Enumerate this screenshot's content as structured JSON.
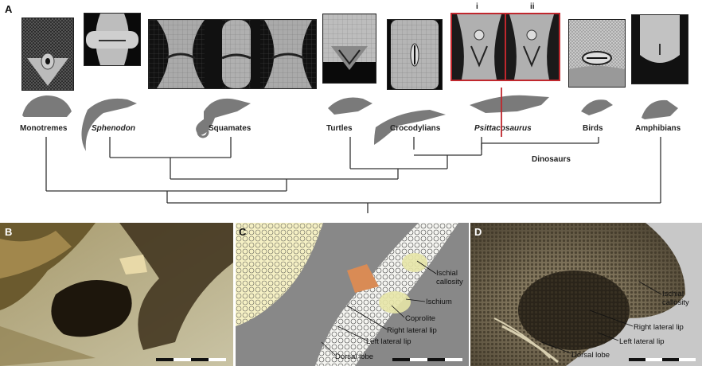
{
  "panel_a": {
    "letter": "A",
    "taxa": [
      {
        "name": "Monotremes",
        "italic": false
      },
      {
        "name": "Sphenodon",
        "italic": true
      },
      {
        "name": "Squamates",
        "italic": false
      },
      {
        "name": "Turtles",
        "italic": false
      },
      {
        "name": "Crocodylians",
        "italic": false
      },
      {
        "name": "Psittacosaurus",
        "italic": true
      },
      {
        "name": "Birds",
        "italic": false
      },
      {
        "name": "Amphibians",
        "italic": false
      }
    ],
    "clade_label": "Dinosaurs",
    "highlight_labels": [
      "i",
      "ii"
    ],
    "highlight_color": "#c0272d"
  },
  "panel_b": {
    "letter": "B"
  },
  "panel_c": {
    "letter": "C",
    "labels": {
      "ischial_callosity": "Ischial callosity",
      "ischium": "Ischium",
      "coprolite": "Coprolite",
      "right_lateral_lip": "Right lateral lip",
      "left_lateral_lip": "Left lateral lip",
      "dorsal_lobe": "Dorsal lobe"
    }
  },
  "panel_d": {
    "letter": "D",
    "labels": {
      "ischial_callosity": "Ischial callosity",
      "right_lateral_lip": "Right lateral lip",
      "left_lateral_lip": "Left lateral lip",
      "dorsal_lobe": "Dorsal lobe"
    }
  }
}
